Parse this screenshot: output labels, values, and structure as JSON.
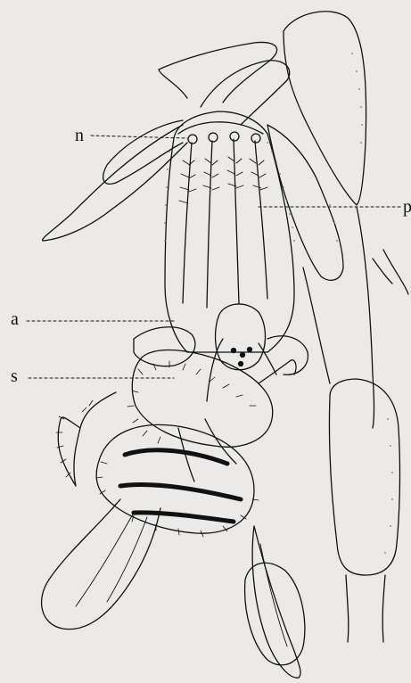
{
  "figure": {
    "labels": {
      "n": "n",
      "p": "p",
      "a": "a",
      "s": "s"
    },
    "colors": {
      "background": "#ebeae8",
      "ink": "#111111",
      "stipple": "#777777"
    }
  }
}
